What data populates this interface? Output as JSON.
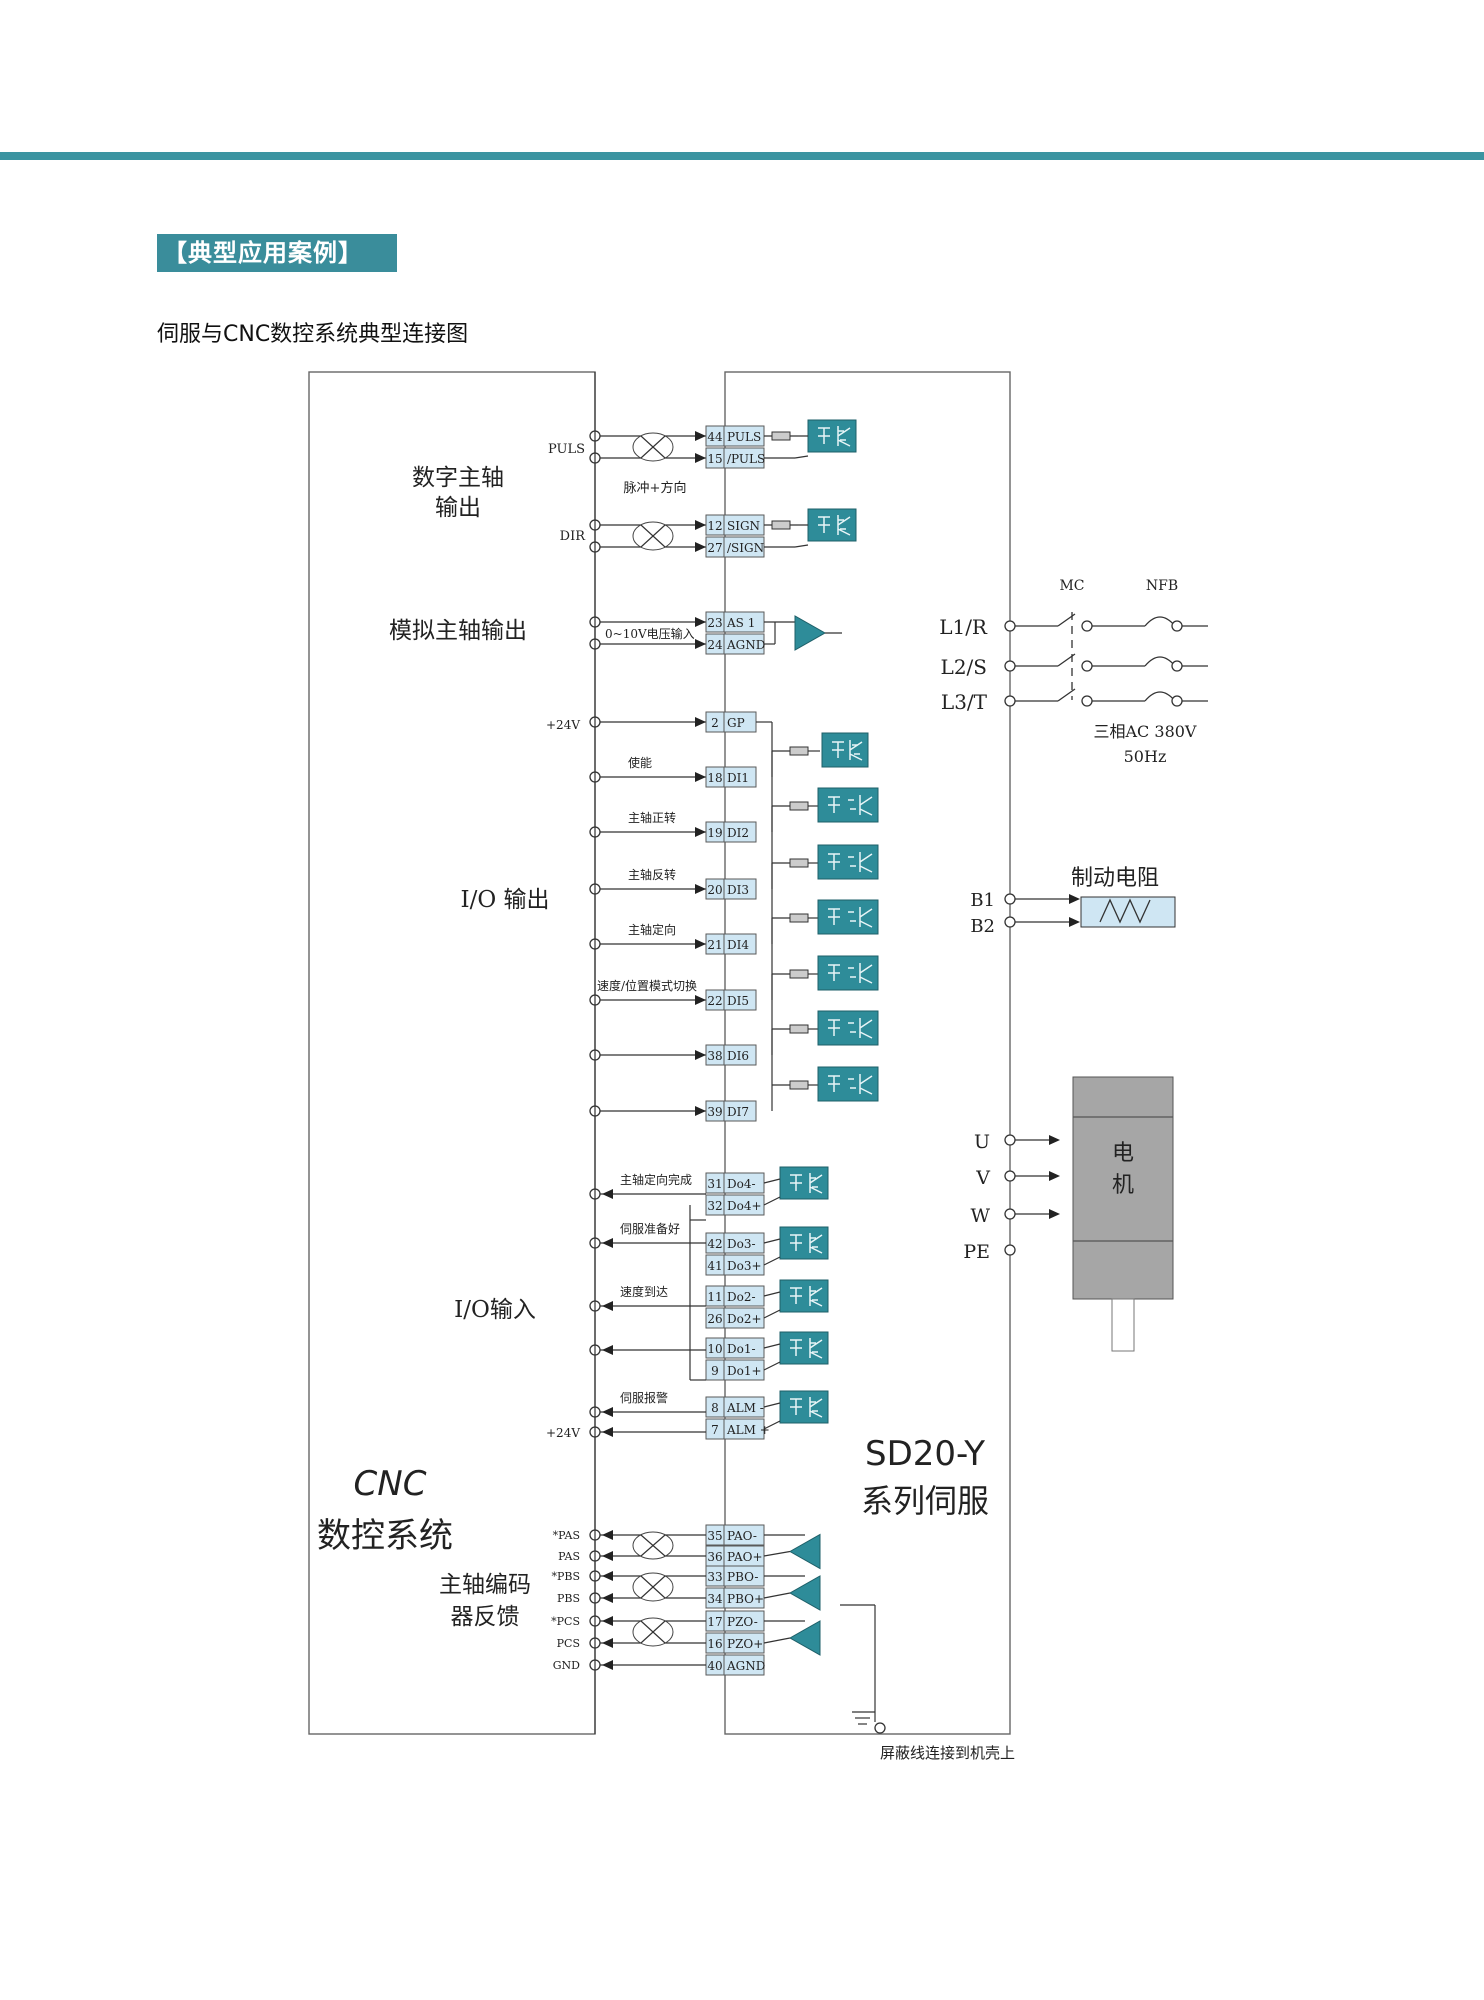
{
  "header": {
    "section_tag": "【典型应用案例】",
    "subtitle": "伺服与CNC数控系统典型连接图"
  },
  "colors": {
    "accent": "#3b94a1",
    "pin_fill": "#cfe6f3",
    "opto": "#2e8c99"
  },
  "left_labels": {
    "digital_spindle": "数字主轴\n输出",
    "analog_spindle": "模拟主轴输出",
    "io_out": "I/O 输出",
    "io_in": "I/O输入",
    "cnc_a": "CNC",
    "cnc_b": "数控系统",
    "encoder": "主轴编码\n器反馈"
  },
  "servo": {
    "model": "SD20-Y",
    "series": "系列伺服"
  },
  "signals": {
    "puls": "PULS",
    "dir": "DIR",
    "pulse_dir": "脉冲+方向",
    "analog": "0~10V电压输入",
    "p24": "+24V",
    "p24b": "+24V"
  },
  "pins_top": [
    {
      "num": "44",
      "name": "PULS"
    },
    {
      "num": "15",
      "name": "/PULS"
    },
    {
      "num": "12",
      "name": "SIGN"
    },
    {
      "num": "27",
      "name": "/SIGN"
    },
    {
      "num": "23",
      "name": "AS 1"
    },
    {
      "num": "24",
      "name": "AGND"
    }
  ],
  "di": [
    {
      "num": "2",
      "name": "GP",
      "label": ""
    },
    {
      "num": "18",
      "name": "DI1",
      "label": "使能"
    },
    {
      "num": "19",
      "name": "DI2",
      "label": "主轴正转"
    },
    {
      "num": "20",
      "name": "DI3",
      "label": "主轴反转"
    },
    {
      "num": "21",
      "name": "DI4",
      "label": "主轴定向"
    },
    {
      "num": "22",
      "name": "DI5",
      "label": "速度/位置模式切换"
    },
    {
      "num": "38",
      "name": "DI6",
      "label": ""
    },
    {
      "num": "39",
      "name": "DI7",
      "label": ""
    }
  ],
  "do_labels": [
    "主轴定向完成",
    "伺服准备好",
    "速度到达",
    "",
    "伺服报警"
  ],
  "do_pins": [
    {
      "num": "31",
      "name": "Do4-"
    },
    {
      "num": "32",
      "name": "Do4+"
    },
    {
      "num": "42",
      "name": "Do3-"
    },
    {
      "num": "41",
      "name": "Do3+"
    },
    {
      "num": "11",
      "name": "Do2-"
    },
    {
      "num": "26",
      "name": "Do2+"
    },
    {
      "num": "10",
      "name": "Do1-"
    },
    {
      "num": "9",
      "name": "Do1+"
    },
    {
      "num": "8",
      "name": "ALM -"
    },
    {
      "num": "7",
      "name": "ALM +"
    }
  ],
  "enc_signals": [
    "*PAS",
    "PAS",
    "*PBS",
    "PBS",
    "*PCS",
    "PCS",
    "GND"
  ],
  "enc_pins": [
    {
      "num": "35",
      "name": "PAO-"
    },
    {
      "num": "36",
      "name": "PAO+"
    },
    {
      "num": "33",
      "name": "PBO-"
    },
    {
      "num": "34",
      "name": "PBO+"
    },
    {
      "num": "17",
      "name": "PZO-"
    },
    {
      "num": "16",
      "name": "PZO+"
    },
    {
      "num": "40",
      "name": "AGND"
    }
  ],
  "power": {
    "mc": "MC",
    "nfb": "NFB",
    "l1": "L1/R",
    "l2": "L2/S",
    "l3": "L3/T",
    "spec1": "三相AC 380V",
    "spec2": "50Hz"
  },
  "brake": {
    "b1": "B1",
    "b2": "B2",
    "label": "制动电阻"
  },
  "motor": {
    "u": "U",
    "v": "V",
    "w": "W",
    "pe": "PE",
    "label1": "电",
    "label2": "机"
  },
  "shield_note": "屏蔽线连接到机壳上"
}
